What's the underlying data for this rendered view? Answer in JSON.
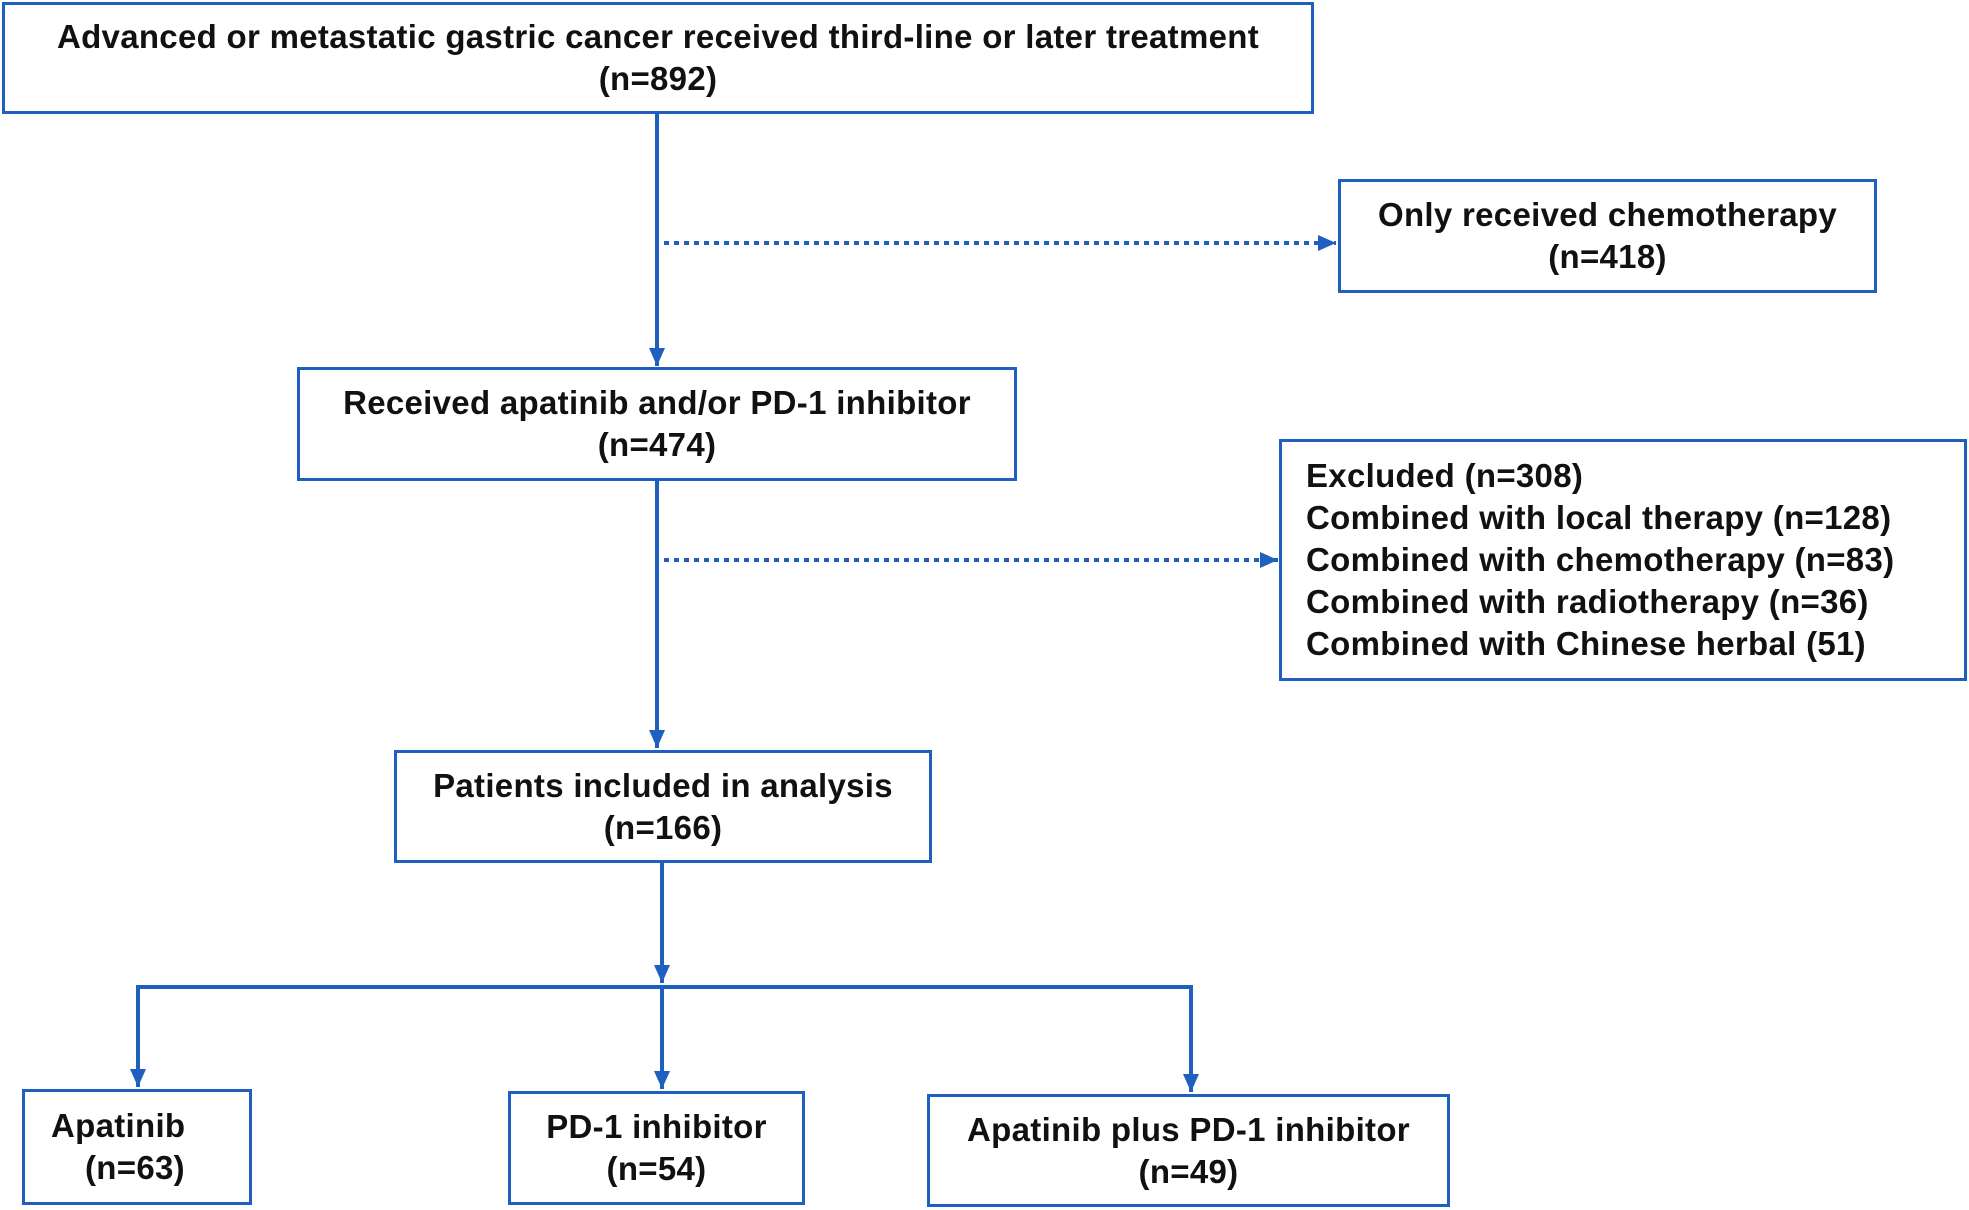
{
  "colors": {
    "stroke": "#1f5fbf",
    "text": "#111111",
    "background": "#ffffff"
  },
  "boxes": {
    "start": {
      "title": "Advanced or metastatic gastric  cancer received third-line or later treatment",
      "count": "(n=892)"
    },
    "chemo_only": {
      "title": "Only received chemotherapy",
      "count": "(n=418)"
    },
    "received": {
      "title": "Received apatinib and/or PD-1  inhibitor",
      "count": "(n=474)"
    },
    "excluded": {
      "title": "Excluded (n=308)",
      "lines": [
        "Combined with local therapy (n=128)",
        "Combined with chemotherapy (n=83)",
        "Combined with radiotherapy (n=36)",
        "Combined with Chinese herbal (51)"
      ]
    },
    "included": {
      "title": "Patients included in analysis",
      "count": "(n=166)"
    },
    "apatinib": {
      "title": "Apatinib",
      "count": "(n=63)"
    },
    "pd1": {
      "title": "PD-1  inhibitor",
      "count": "(n=54)"
    },
    "combo": {
      "title": "Apatinib plus PD-1  inhibitor",
      "count": "(n=49)"
    }
  }
}
